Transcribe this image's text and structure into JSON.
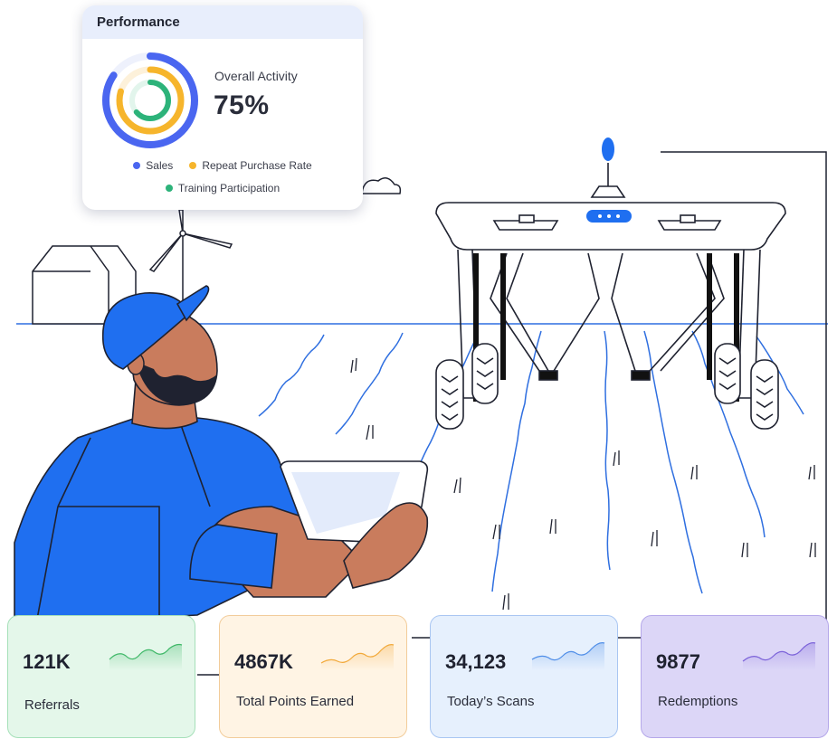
{
  "performance": {
    "title": "Performance",
    "metric_label": "Overall Activity",
    "metric_value": "75%",
    "legend": [
      {
        "label": "Sales",
        "color": "#4a66f0"
      },
      {
        "label": "Repeat Purchase Rate",
        "color": "#f6b52c"
      },
      {
        "label": "Training Participation",
        "color": "#2db37a"
      }
    ]
  },
  "stats": [
    {
      "value": "121K",
      "label": "Referrals",
      "accent": "#3fb868"
    },
    {
      "value": "4867K",
      "label": "Total Points Earned",
      "accent": "#f2a93a"
    },
    {
      "value": "34,123",
      "label": "Today’s Scans",
      "accent": "#4f8ee8"
    },
    {
      "value": "9877",
      "label": "Redemptions",
      "accent": "#7b62d9"
    }
  ],
  "colors": {
    "brand_blue": "#1f6ff0",
    "skin": "#c97c5d",
    "field_line": "#2f6fe0"
  }
}
